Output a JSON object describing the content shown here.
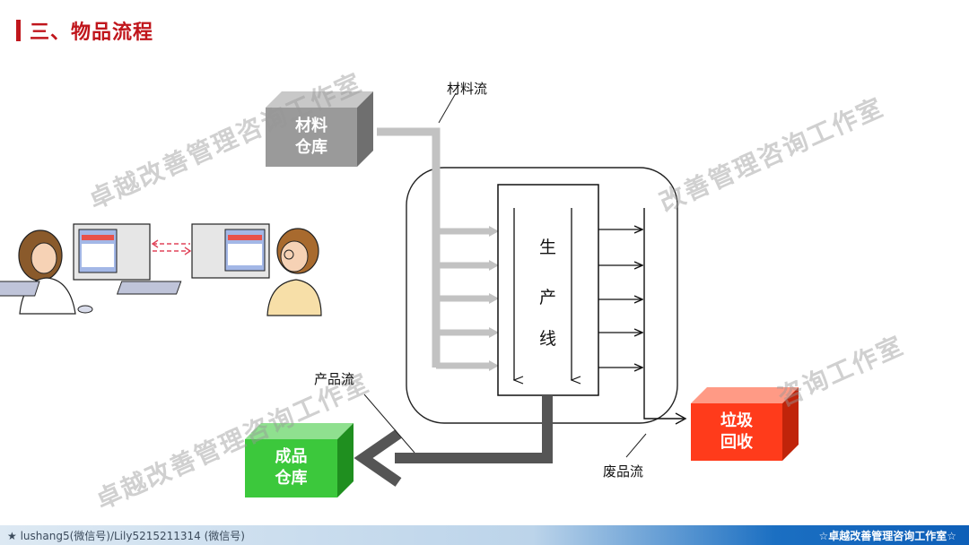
{
  "header": {
    "title": "三、物品流程"
  },
  "watermarks": [
    "卓越改善管理咨询工作室",
    "改善管理咨询工作室",
    "卓越改善管理咨询工作室",
    "咨询工作室"
  ],
  "diagram": {
    "material_store": "材料\n仓库",
    "finished_store": "成品\n仓库",
    "waste_recycle": "垃圾\n回收",
    "production_line": [
      "生",
      "产",
      "线"
    ],
    "labels": {
      "material_flow": "材料流",
      "product_flow": "产品流",
      "waste_flow": "废品流"
    }
  },
  "colors": {
    "accent": "#c0161c",
    "material_box": "#9a9a9a",
    "finished_box": "#3cc83c",
    "waste_box": "#ff3b1b"
  },
  "footer": {
    "left": "lushang5(微信号)/Lily5215211314 (微信号)",
    "right": "☆卓越改善管理咨询工作室☆"
  }
}
